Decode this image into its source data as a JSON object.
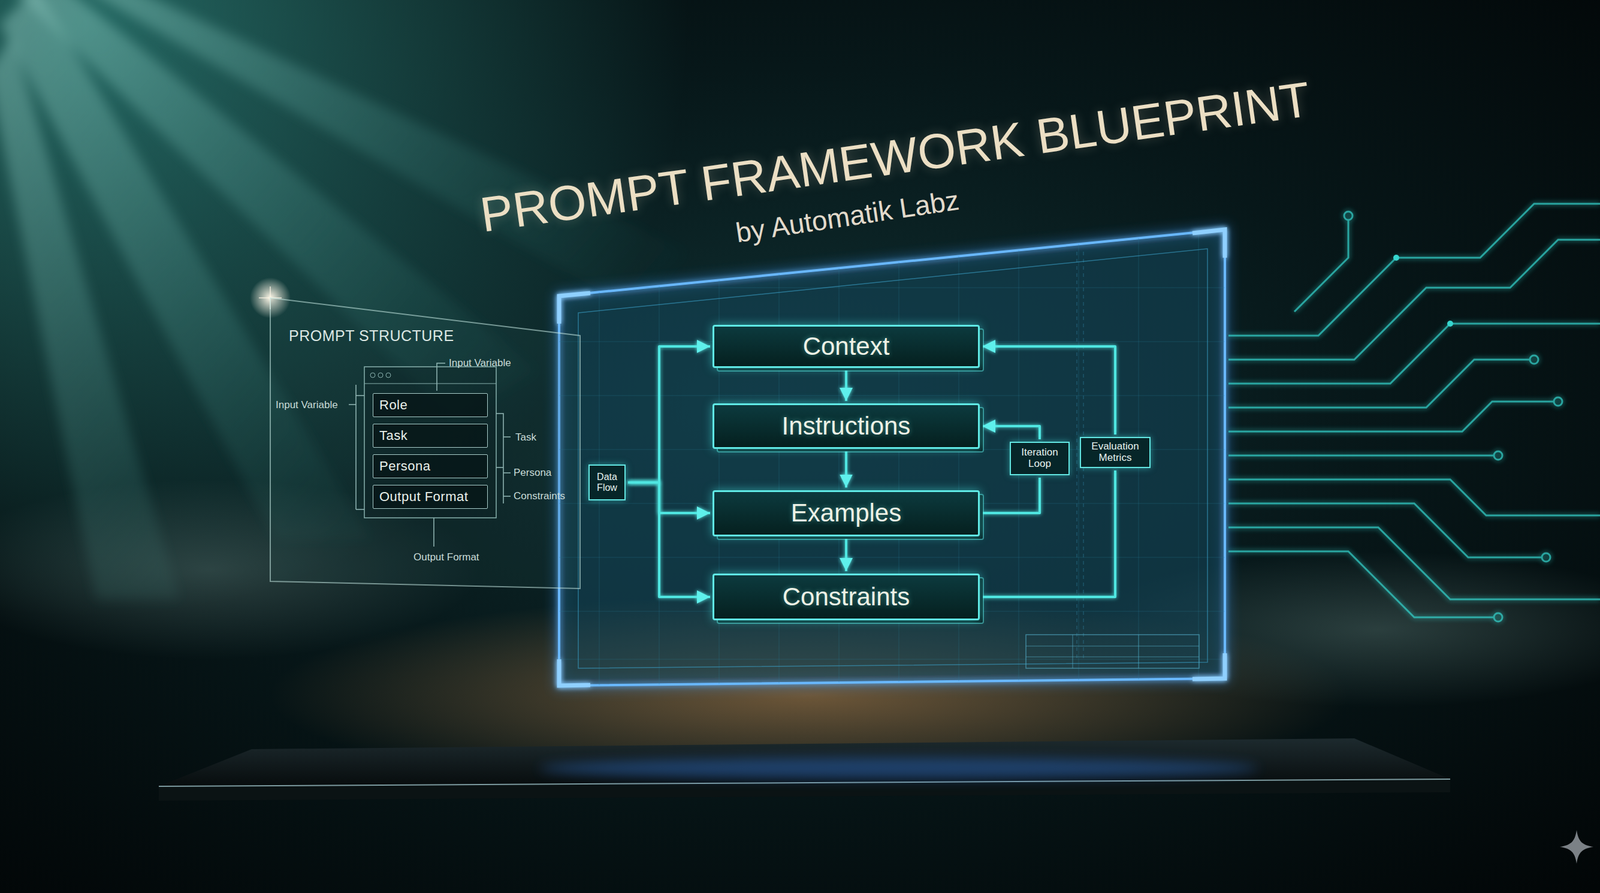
{
  "diagram": {
    "title": "PROMPT FRAMEWORK BLUEPRINT",
    "nodes": [
      {
        "text": [
          "PROMPT STRUCTURE"
        ]
      },
      {
        "text": [
          "Role"
        ],
        "in": 0
      },
      {
        "text": [
          "Task"
        ],
        "in": 0
      },
      {
        "text": [
          "Persona"
        ],
        "in": 0
      },
      {
        "text": [
          "Output Format"
        ],
        "in": 0
      },
      {
        "text": [
          "Context"
        ]
      },
      {
        "text": [
          "Instructions"
        ]
      },
      {
        "text": [
          "Examples"
        ]
      },
      {
        "text": [
          "Constraints"
        ]
      },
      {
        "text": [
          "Data Flow"
        ]
      },
      {
        "text": [
          "Iteration Loop"
        ]
      },
      {
        "text": [
          "Evaluation Metrics"
        ]
      }
    ],
    "edges": [
      {
        "from": 5,
        "to": 6,
        "arrow": "to"
      },
      {
        "from": 6,
        "to": 7,
        "arrow": "to"
      },
      {
        "from": 7,
        "to": 8,
        "arrow": "to"
      },
      {
        "from": 9,
        "to": 5,
        "arrow": "to"
      },
      {
        "from": 9,
        "to": 7,
        "arrow": "to"
      },
      {
        "from": 9,
        "to": 8,
        "arrow": "to"
      },
      {
        "from": 8,
        "to": 11,
        "arrow": "none"
      },
      {
        "from": 11,
        "to": 5,
        "arrow": "to"
      },
      {
        "from": 7,
        "to": 10,
        "arrow": "none"
      },
      {
        "from": 10,
        "to": 6,
        "arrow": "to"
      }
    ],
    "labels": [
      "by Automatik Labz",
      "Input Variable",
      "Input Variable",
      "Task",
      "Persona",
      "Constraints",
      "Output Format"
    ]
  }
}
